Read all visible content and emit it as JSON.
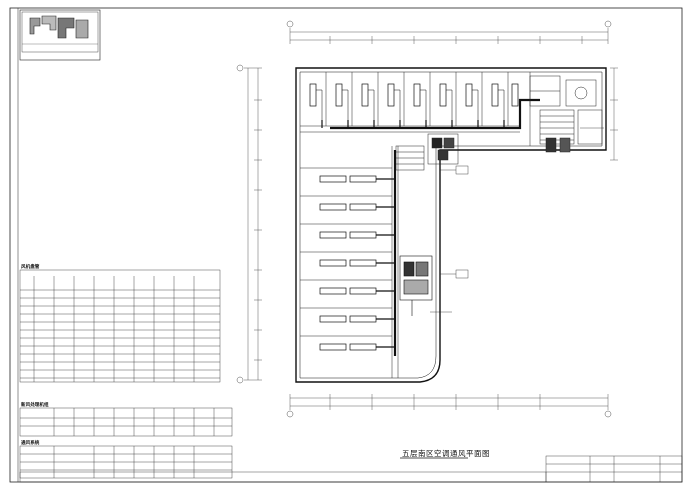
{
  "drawing": {
    "title": "五层南区空调通风平面图",
    "tables": [
      {
        "title": "风机盘管"
      },
      {
        "title": "新风处理机组"
      },
      {
        "title": "通风系统"
      }
    ]
  },
  "colors": {
    "line": "#1a1a1a",
    "paper": "#ffffff"
  }
}
